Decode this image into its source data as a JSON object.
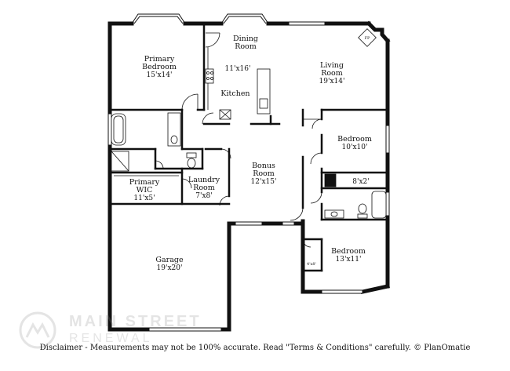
{
  "rooms": {
    "primary_bedroom": {
      "name_line1": "Primary",
      "name_line2": "Bedroom",
      "dims": "15'x14'"
    },
    "dining": {
      "name": "Dining",
      "name_line2": "Room"
    },
    "kitchen": {
      "dims": "11'x16'",
      "name": "Kitchen"
    },
    "living": {
      "name": "Living",
      "name_line2": "Room",
      "dims": "19'x14'"
    },
    "fireplace": {
      "label": "FP"
    },
    "bedroom_1": {
      "name": "Bedroom",
      "dims": "10'x10'"
    },
    "closet": {
      "dims": "8'x2'"
    },
    "bonus": {
      "name": "Bonus",
      "name_line2": "Room",
      "dims": "12'x15'"
    },
    "primary_wic": {
      "name_line1": "Primary",
      "name_line2": "WIC",
      "dims": "11'x5'"
    },
    "laundry": {
      "name": "Laundry",
      "name_line2": "Room",
      "dims": "7'x8'"
    },
    "bedroom_2": {
      "name": "Bedroom",
      "dims": "13'x11'"
    },
    "small_closet": {
      "dims": "4'x8'"
    },
    "garage": {
      "name": "Garage",
      "dims": "19'x20'"
    }
  },
  "watermark": {
    "line1": "MAIN STREET",
    "line2": "RENEWAL"
  },
  "disclaimer": "Disclaimer - Measurements may not be 100% accurate. Read \"Terms & Conditions\" carefully. © PlanOmatie"
}
